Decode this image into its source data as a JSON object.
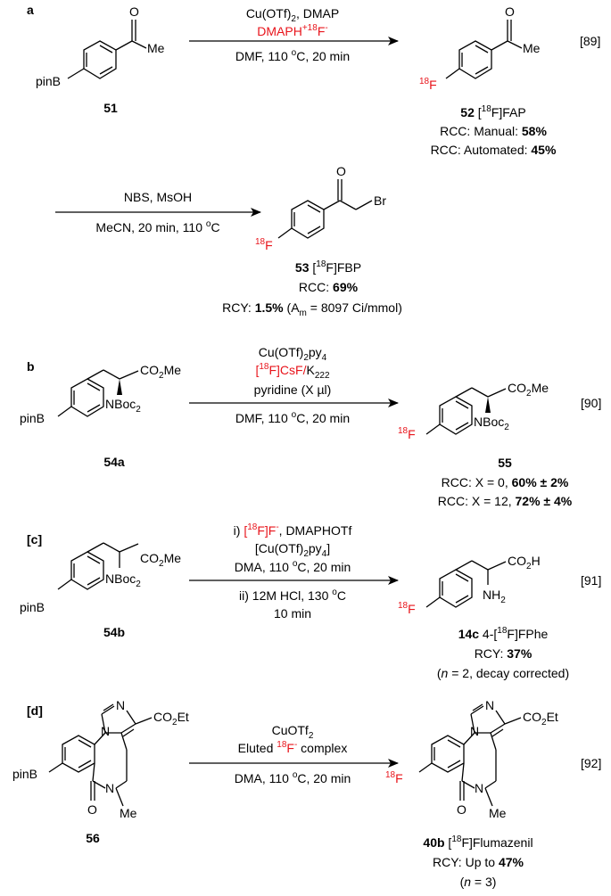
{
  "panels": {
    "a": {
      "label": "a",
      "reagent1": {
        "cond_top1": "Cu(OTf)2, DMAP",
        "cond_top2": "DMAPH+18F-",
        "cond_bottom": "DMF, 110 °C, 20 min",
        "sm_id": "51",
        "sm_pinB": "pinB",
        "sm_me": "Me",
        "sm_o": "O",
        "product_me": "Me",
        "product_o": "O",
        "product_18F": "18F",
        "product_id": "52",
        "product_name": "[18F]FAP",
        "rcc_manual_label": "RCC: Manual: ",
        "rcc_manual_value": "58%",
        "rcc_auto_label": "RCC: Automated: ",
        "rcc_auto_value": "45%",
        "ref": "[89]"
      },
      "reagent2": {
        "cond_top": "NBS, MsOH",
        "cond_bottom": "MeCN, 20 min, 110 °C",
        "product_o": "O",
        "product_br": "Br",
        "product_18F": "18F",
        "product_id": "53",
        "product_name": "[18F]FBP",
        "rcc_label": "RCC: ",
        "rcc_value": "69%",
        "rcy_label": "RCY: ",
        "rcy_value": "1.5%",
        "rcy_extra": "(Am = 8097 Ci/mmol)"
      }
    },
    "b": {
      "label": "b",
      "cond_top1": "Cu(OTf)2py4",
      "cond_top2": "[18F]CsF/K222",
      "cond_top3": "pyridine (X µl)",
      "cond_bottom": "DMF, 110 °C, 20 min",
      "sm_id": "54a",
      "sm_pinB": "pinB",
      "sm_ester": "CO2Me",
      "sm_amine": "NBoc2",
      "product_18F": "18F",
      "product_ester": "CO2Me",
      "product_amine": "NBoc2",
      "product_id": "55",
      "rcc1_label": "RCC: X = 0, ",
      "rcc1_value": "60% ± 2%",
      "rcc2_label": "RCC: X = 12, ",
      "rcc2_value": "72% ± 4%",
      "ref": "[90]"
    },
    "c": {
      "label": "[c]",
      "cond_top1_prefix": "i) ",
      "cond_top1_red": "[18F]F-",
      "cond_top1_rest": ", DMAPHOTf",
      "cond_top2": "[Cu(OTf)2py4]",
      "cond_top3": "DMA, 110 °C, 20 min",
      "cond_bottom1": "ii) 12M HCl, 130 °C",
      "cond_bottom2": "10 min",
      "sm_id": "54b",
      "sm_pinB": "pinB",
      "sm_ester": "CO2Me",
      "sm_amine": "NBoc2",
      "product_18F": "18F",
      "product_acid": "CO2H",
      "product_amine": "NH2",
      "product_id": "14c",
      "product_name": "4-[18F]FPhe",
      "rcy_label": "RCY: ",
      "rcy_value": "37%",
      "note": "(n = 2, decay corrected)",
      "ref": "[91]"
    },
    "d": {
      "label": "[d]",
      "cond_top1": "CuOTf2",
      "cond_top2": "Eluted 18F- complex",
      "cond_bottom": "DMA, 110 °C, 20 min",
      "sm_id": "56",
      "sm_pinB": "pinB",
      "sm_ester": "CO2Et",
      "sm_o": "O",
      "sm_n": "N",
      "sm_me": "Me",
      "product_18F": "18F",
      "product_ester": "CO2Et",
      "product_o": "O",
      "product_n": "N",
      "product_me": "Me",
      "product_id": "40b",
      "product_name": "[18F]Flumazenil",
      "rcy_label": "RCY: Up to ",
      "rcy_value": "47%",
      "note": "(n = 3)",
      "ref": "[92]"
    }
  }
}
